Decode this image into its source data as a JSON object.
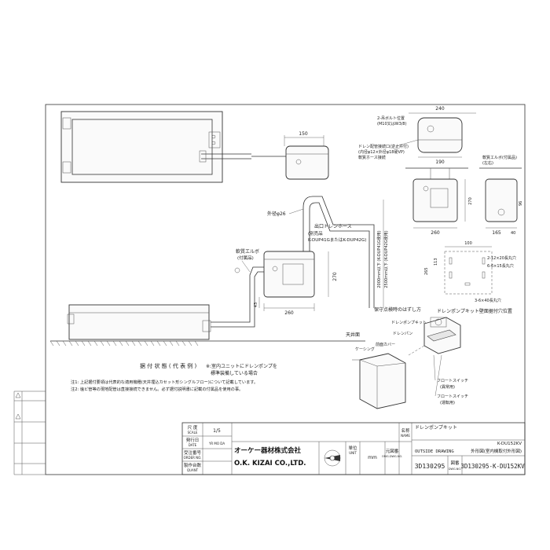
{
  "dims": {
    "top_150": "150",
    "right_240": "240",
    "right_190": "190",
    "right_260": "260",
    "right_165": "165",
    "right_270": "270",
    "right_40": "40",
    "right_96": "96",
    "main_260": "260",
    "main_270": "270",
    "main_43": "43",
    "mount_100": "100",
    "mount_113": "113",
    "mount_265": "265"
  },
  "labels": {
    "bolt_pos": "2-吊ボルト位置",
    "bolt_spec": "(M10又はW3/8)",
    "drain_conn": "ドレン配管接続口(逆止弁付)",
    "drain_conn_size": "(内径φ12×外径φ18硬VP)",
    "soft_hose": "軟質ホース接続",
    "soft_elbow_side": "軟質エルボ(付属品)",
    "side_note": "(左右)",
    "outer_dia": "外径φ26",
    "outlet_hose": "出口ドレンホース",
    "separate_item": "(別売品",
    "hose_models": "K-DUP41GまたはK-DUP42G)",
    "soft_elbow": "軟質エルボ",
    "included": "(付属品)",
    "ceiling": "天井面",
    "lift_1": "2000mm以下 (K-DUP41G使用)",
    "lift_2": "2500mm以下 (K-DUP42G使用)",
    "maintenance": "保守点検時のはずし方",
    "mount_title": "ドレンポンプキット壁面据付穴位置",
    "hole1": "2-12×20長丸穴",
    "hole2": "6-6×15長丸穴",
    "hole3": "3-6×40長丸穴",
    "kit": "ドレンポンプキット",
    "pan": "ドレンパン",
    "front_cover": "前面カバー",
    "casing": "ケーシング",
    "float_sw1": "フロートスイッチ",
    "float_sw1_sub": "(異常用)",
    "float_sw2": "フロートスイッチ",
    "float_sw2_sub": "(運転用)",
    "install_state": "据 付 状 態 ( 代 表 例 )",
    "install_note_a": "※:室内ユニットにドレンポンプを",
    "install_note_b": "標準装備している場合",
    "note1": "注1: 上記据付要領は代表的な適用機種(天井埋込カセット形シングルフロー)について記載しています。",
    "note2": "注2: 塩ビ管等の現地配管は直接接続できません。必ず据付説明書に記載の付属品を使用の事。"
  },
  "title_block": {
    "scale_label": "尺 度",
    "scale_en": "SCALE",
    "scale_val": "1/5",
    "issue_date_label": "発行日",
    "issue_date_en": "DATE",
    "issue_date_val": "YR MO DA",
    "order_label": "受注番号",
    "order_en": "ORDER NO.",
    "qty_label": "製作台数",
    "qty_en": "QUANT",
    "company": "オーケー器材株式会社",
    "company_en": "O.K. KIZAI CO.,LTD.",
    "unit_label": "単位",
    "unit_en": "UNIT",
    "unit_val": "mm",
    "name_label": "名称",
    "name_en": "NAME",
    "name_val": "ドレンポンプキット",
    "model": "K-DU152KV",
    "drawing_type": "外形図(室内機取付外形図)",
    "outside_drawing": "OUTSIDE DRAWING",
    "orig_no_label": "元図番",
    "orig_no_en": "ORIG.DWG.NO.",
    "orig_no_val": "3D130295",
    "dwg_no_label": "図番",
    "dwg_no_en": "DWG.NO.",
    "dwg_no_val": "3D130295-K-DU152KV"
  }
}
